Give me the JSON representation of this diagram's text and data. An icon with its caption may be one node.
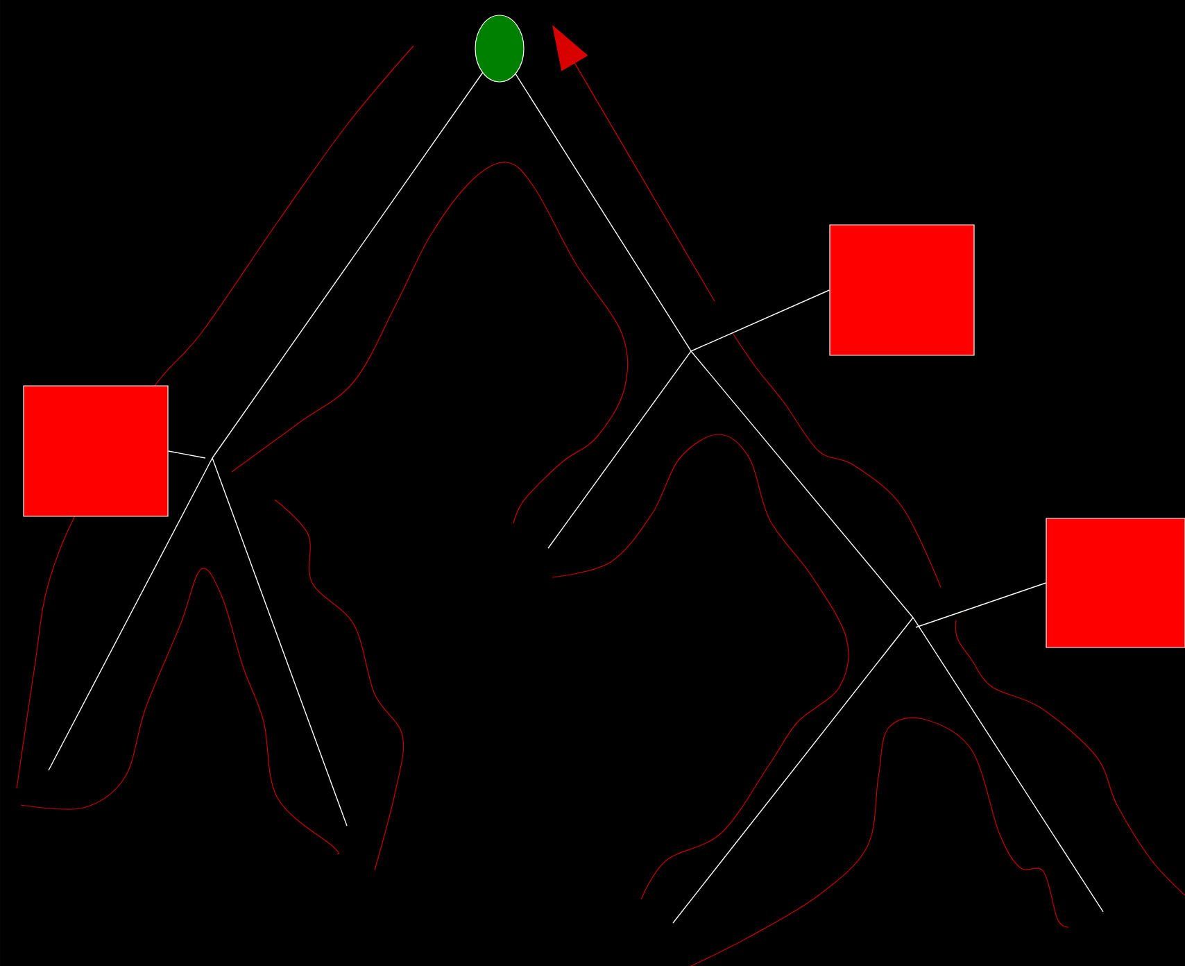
{
  "diagram": {
    "nodes": [
      {
        "text": [],
        "shape": "circle"
      },
      {
        "text": [],
        "shape": "box"
      },
      {
        "text": [],
        "shape": "box"
      },
      {
        "text": [],
        "shape": "box"
      }
    ],
    "edges": [
      {
        "from": 1,
        "to": null,
        "arrow": "none"
      },
      {
        "from": 2,
        "to": null,
        "arrow": "none"
      },
      {
        "from": 3,
        "to": null,
        "arrow": "none"
      }
    ]
  }
}
